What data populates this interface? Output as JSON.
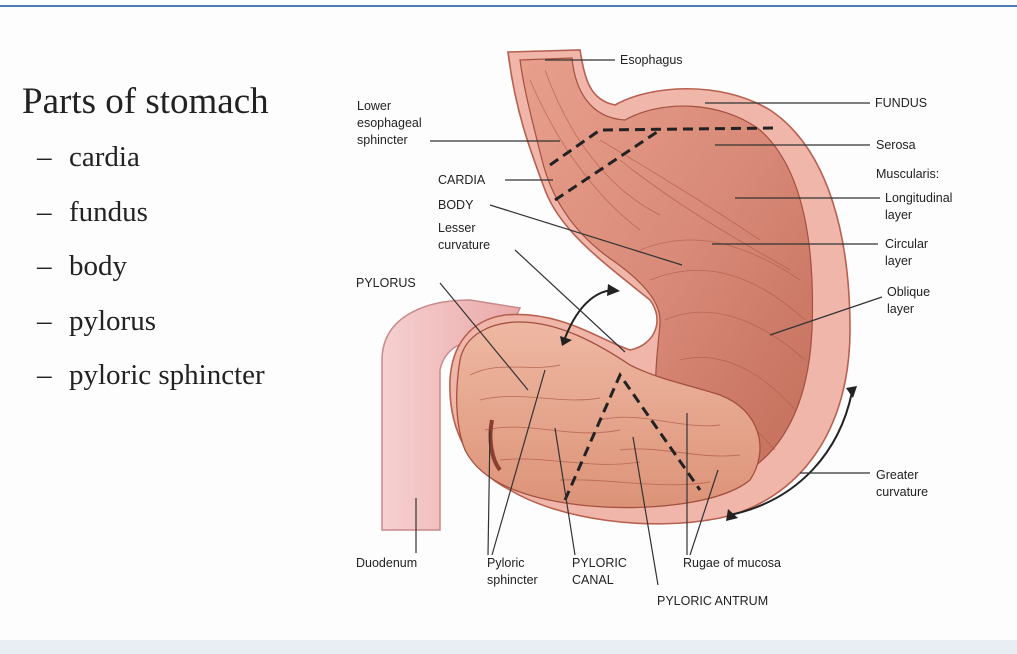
{
  "slide": {
    "title": "Parts of stomach",
    "bullets": [
      {
        "dash": "–",
        "text": "cardia"
      },
      {
        "dash": "–",
        "text": "fundus"
      },
      {
        "dash": "–",
        "text": "body"
      },
      {
        "dash": "–",
        "text": "pylorus"
      },
      {
        "dash": "–",
        "text": "pyloric sphincter"
      }
    ]
  },
  "diagram": {
    "labels": {
      "esophagus": "Esophagus",
      "fundus": "FUNDUS",
      "les_1": "Lower",
      "les_2": "esophageal",
      "les_3": "sphincter",
      "serosa": "Serosa",
      "muscularis": "Muscularis:",
      "longitudinal_1": "Longitudinal",
      "longitudinal_2": "layer",
      "cardia": "CARDIA",
      "body": "BODY",
      "lesser_1": "Lesser",
      "lesser_2": "curvature",
      "circular_1": "Circular",
      "circular_2": "layer",
      "pylorus": "PYLORUS",
      "oblique_1": "Oblique",
      "oblique_2": "layer",
      "greater_1": "Greater",
      "greater_2": "curvature",
      "duodenum": "Duodenum",
      "pyloric_sphincter_1": "Pyloric",
      "pyloric_sphincter_2": "sphincter",
      "pyloric_canal_1": "PYLORIC",
      "pyloric_canal_2": "CANAL",
      "rugae": "Rugae of mucosa",
      "pyloric_antrum": "PYLORIC ANTRUM"
    },
    "colors": {
      "muscle": "#d98a78",
      "muscle_dark": "#b8604f",
      "serosa": "#f0b6aa",
      "duodenum": "#f2c2c2",
      "mucosa": "#e8a48e",
      "accent_rule": "#4a7db5"
    }
  }
}
